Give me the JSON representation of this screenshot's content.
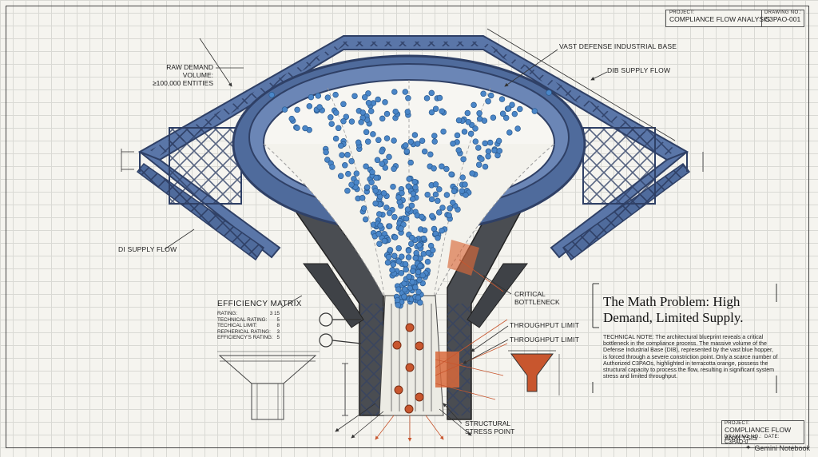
{
  "title_block_top": {
    "project_key": "PROJECT:",
    "project_value": "COMPLIANCE FLOW ANALYSIS",
    "drawing_key": "DRAWING NO.:",
    "drawing_value": "C3PAO-001"
  },
  "title_block_bottom": {
    "project_key": "PROJECT:",
    "project_value": "COMPLIANCE FLOW ANALYSIS",
    "drawing_key": "DRAWING NO.:",
    "drawing_value": "C3PAO-0",
    "date_key": "DATE:"
  },
  "labels": {
    "vast_base": "VAST DEFENSE INDUSTRIAL BASE",
    "raw_demand": "RAW DEMAND VOLUME:",
    "raw_demand_value": "≥100,000 ENTITIES",
    "dib_supply_flow": "DIB SUPPLY FLOW",
    "di_supply_flow": "DI SUPPLY FLOW",
    "critical_bottleneck": "CRITICAL BOTTLENECK",
    "throughput_limit_1": "THROUGHPUT LIMIT",
    "throughput_limit_2": "THROUGHPUT LIMIT",
    "structural_stress": "STRUCTURAL STRESS POINT"
  },
  "efficiency_matrix": {
    "title": "EFFICIENCY MATRIX",
    "rows": [
      {
        "label": "RATING:",
        "value": "3 15"
      },
      {
        "label": "TECHNICAL RATING:",
        "value": "5"
      },
      {
        "label": "TECHICAL LIMIT:",
        "value": "8"
      },
      {
        "label": "REPHERICAL RATING:",
        "value": "3"
      },
      {
        "label": "EFFICIENCY'S RATING:",
        "value": "5"
      }
    ]
  },
  "note": {
    "heading": "The Math Problem: High Demand, Limited Supply.",
    "body": "TECHNICAL NOTE: The architectural blueprint reveals a critical bottleneck in the compliance process. The massive volume of the Defense Industrial Base (DIB), represented by the vast blue hopper, is forced through a severe constriction point. Only a scarce number of Authorized C3PAOs, highlighted in terracotta orange, possess the structural capacity to process the flow, resulting in significant system stress and limited throughput."
  },
  "watermark": "Gemini Notebook",
  "colors": {
    "steel_blue": "#4f6b9c",
    "steel_dark": "#2f4066",
    "particle_blue": "#4a86c8",
    "terracotta": "#c8562e",
    "dark_steel": "#4a4d52"
  }
}
